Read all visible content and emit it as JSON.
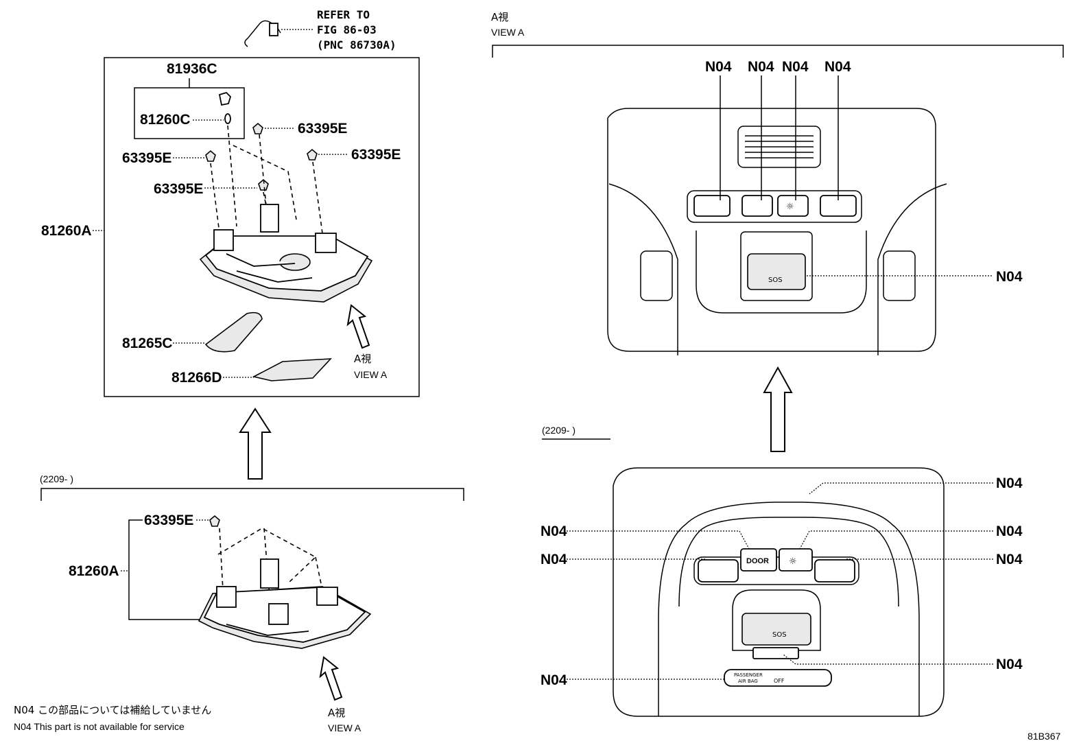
{
  "top_note": {
    "line1": "REFER TO",
    "line2": "FIG 86-03",
    "line3": "(PNC 86730A)"
  },
  "parts": {
    "p81936C": "81936C",
    "p81260C": "81260C",
    "p63395E": "63395E",
    "p81260A": "81260A",
    "p81265C": "81265C",
    "p81266D": "81266D"
  },
  "view_a": {
    "jp": "A視",
    "en": "VIEW A"
  },
  "date_range": "(2209-      )",
  "n04": "N04",
  "buttons": {
    "door": "DOOR",
    "sos": "SOS"
  },
  "airbag": {
    "line1": "PASSENGER",
    "line2": "AIR BAG",
    "off": "OFF"
  },
  "footnote": {
    "jp": "N04 この部品については補給していません",
    "en": "N04 This part is not available for service"
  },
  "figure_id": "81B367"
}
